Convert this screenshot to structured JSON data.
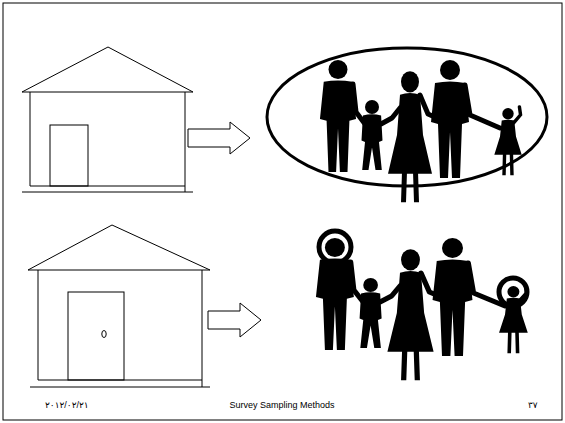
{
  "diagram": {
    "labels": [
      "٢٠١٢/٠٢/٢١",
      "Survey Sampling Methods",
      "٣٧"
    ]
  }
}
